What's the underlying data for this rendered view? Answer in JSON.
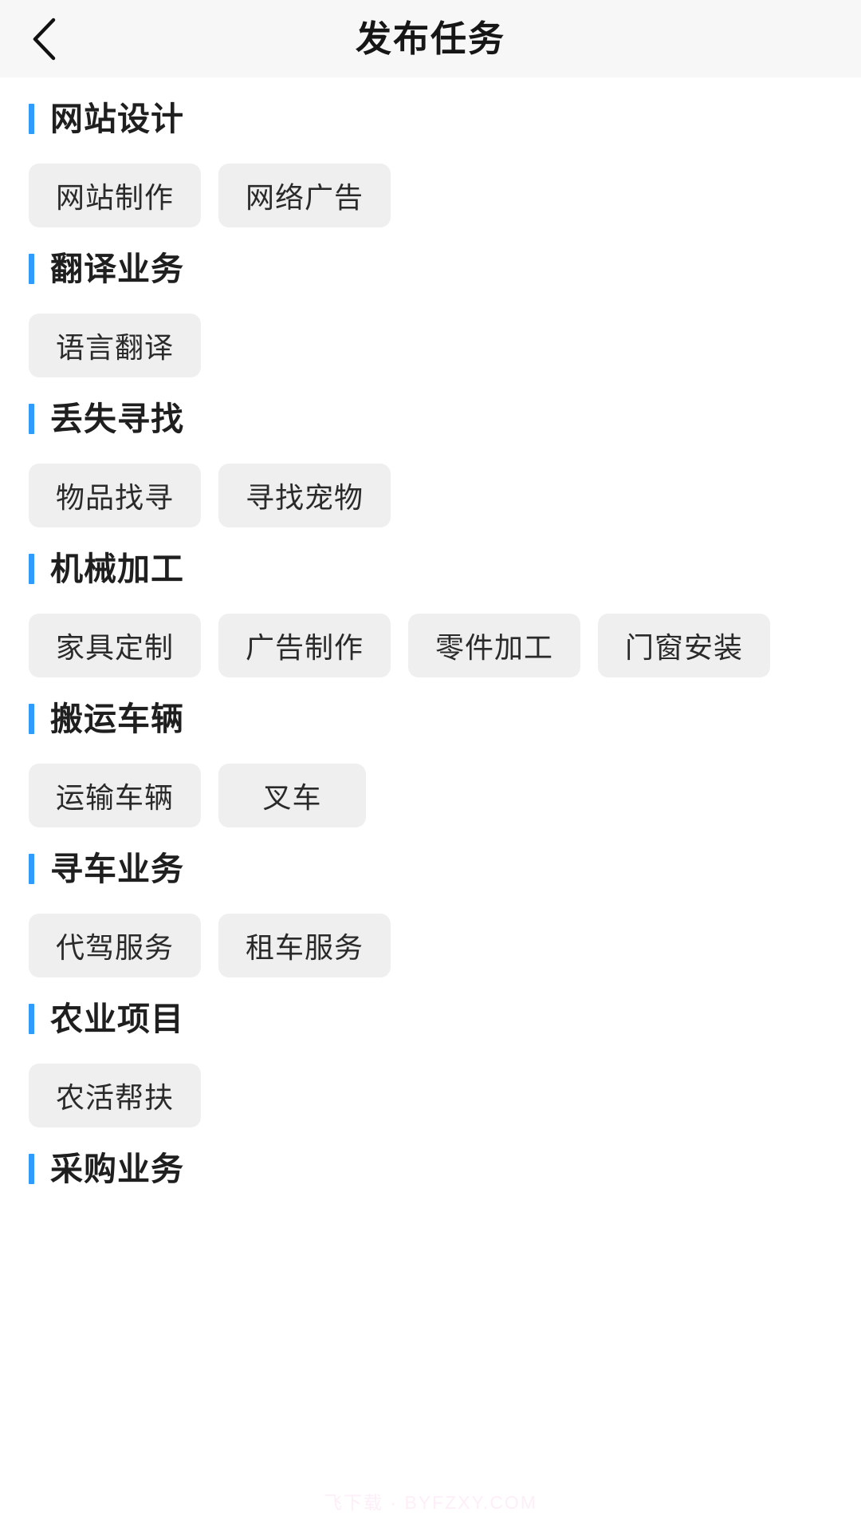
{
  "header": {
    "title": "发布任务",
    "back_icon": "chevron-left-icon",
    "background": "#f7f7f7"
  },
  "theme": {
    "accent": "#2f9bfa",
    "chip_bg": "#efefef",
    "chip_text": "#2a2a2a",
    "title_text": "#1f1f1f",
    "page_bg": "#ffffff"
  },
  "categories": [
    {
      "title": "网站设计",
      "chips": [
        "网站制作",
        "网络广告"
      ]
    },
    {
      "title": "翻译业务",
      "chips": [
        "语言翻译"
      ]
    },
    {
      "title": "丢失寻找",
      "chips": [
        "物品找寻",
        "寻找宠物"
      ]
    },
    {
      "title": "机械加工",
      "chips": [
        "家具定制",
        "广告制作",
        "零件加工",
        "门窗安装"
      ]
    },
    {
      "title": "搬运车辆",
      "chips": [
        "运输车辆",
        "叉车"
      ]
    },
    {
      "title": "寻车业务",
      "chips": [
        "代驾服务",
        "租车服务"
      ]
    },
    {
      "title": "农业项目",
      "chips": [
        "农活帮扶"
      ]
    },
    {
      "title": "采购业务",
      "chips": []
    }
  ],
  "watermark": "飞下载 · BYFZXY.COM"
}
